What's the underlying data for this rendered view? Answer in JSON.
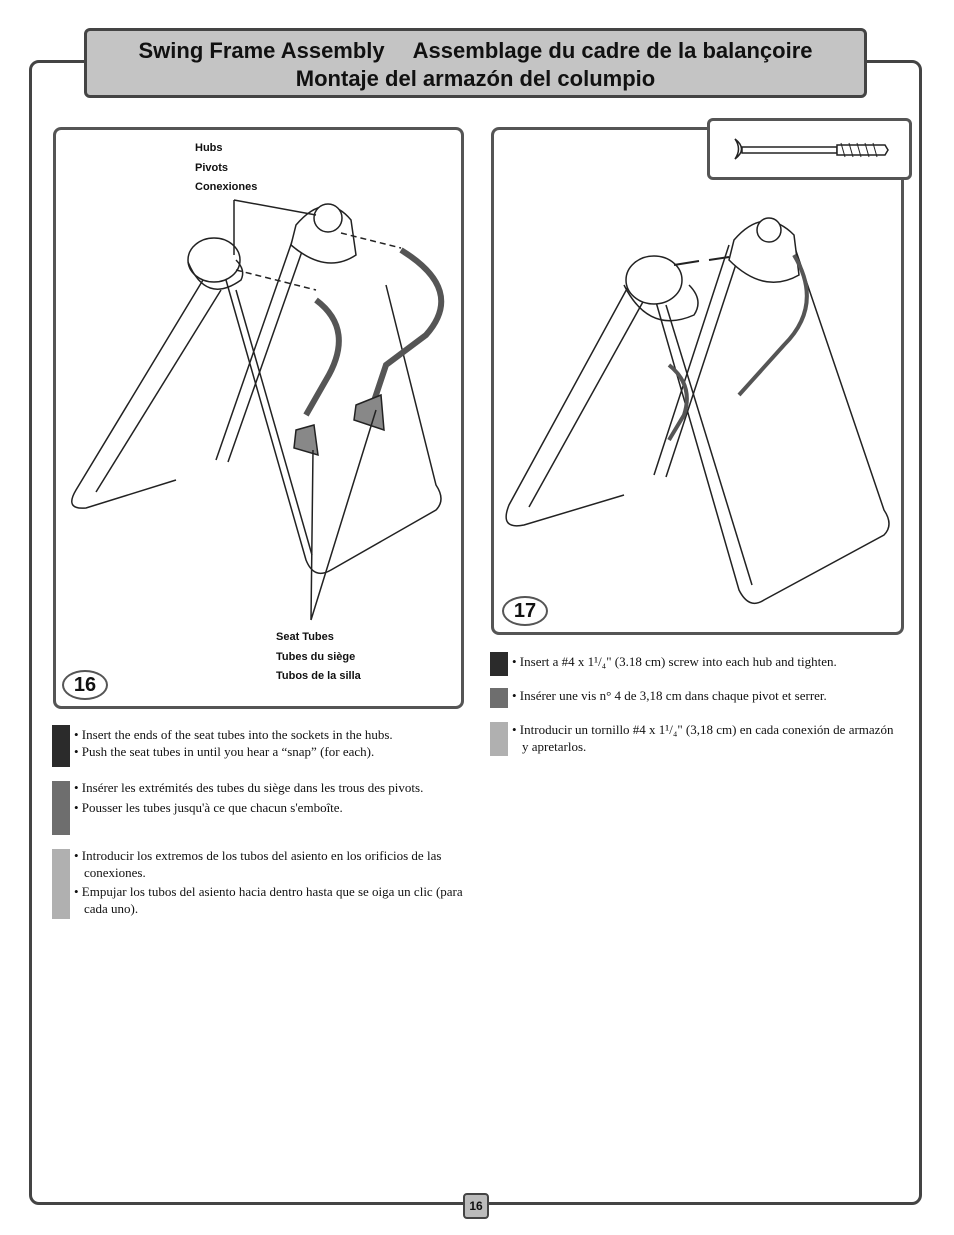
{
  "title": {
    "english": "Swing Frame Assembly",
    "french": "Assemblage du cadre de la balançoire",
    "spanish": "Montaje del armazón del columpio"
  },
  "step16": {
    "number": "16",
    "hub_labels": [
      "Hubs",
      "Pivots",
      "Conexiones"
    ],
    "seat_labels": [
      "Seat Tubes",
      "Tubes du siège",
      "Tubos de la silla"
    ],
    "english": [
      "• Insert the ends of the seat tubes into the sockets in the hubs.",
      "• Push the seat tubes in until you hear a “snap” (for each)."
    ],
    "french": [
      "• Insérer les extrémités des tubes du siège dans les trous des pivots.",
      "• Pousser les tubes jusqu'à ce que chacun s'emboîte."
    ],
    "spanish": [
      "• Introducir los extremos de los tubos del asiento en los orificios de las conexiones.",
      "• Empujar los tubos del asiento hacia dentro hasta que se oiga un clic (para cada uno)."
    ]
  },
  "step17": {
    "number": "17",
    "english": "• Insert a #4 x 1¹/₄\" (3.18 cm) screw into each hub and tighten.",
    "french": "• Insérer une vis n° 4 de 3,18 cm dans chaque pivot et serrer.",
    "spanish": "• Introducir un tornillo #4 x 1¹/₄\" (3,18 cm) en cada conexión de armazón y apretarlos."
  },
  "page_number": "16",
  "colors": {
    "english_bar": "#2b2b2b",
    "french_bar": "#6e6e6e",
    "spanish_bar": "#b0b0b0",
    "title_bg": "#c4c4c4"
  }
}
